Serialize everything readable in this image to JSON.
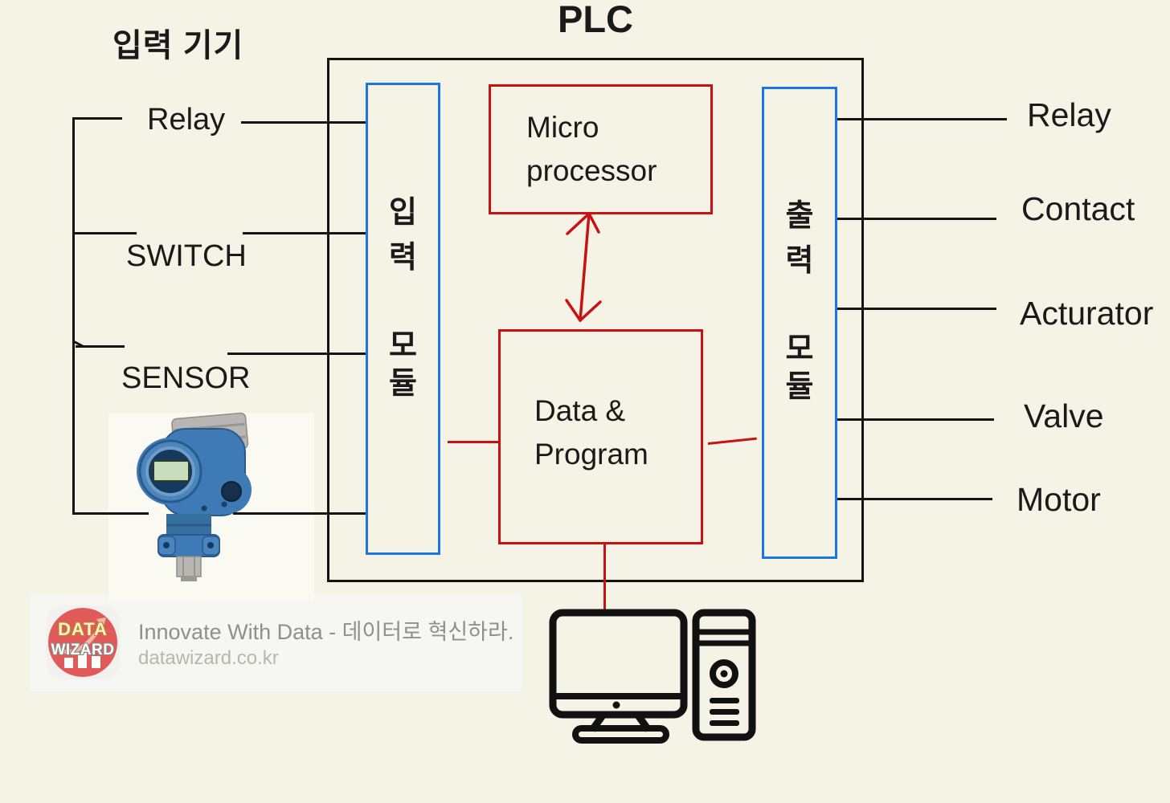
{
  "colors": {
    "background": "#f5f3e6",
    "line_black": "#141414",
    "module_blue": "#1b74e8",
    "accent_red": "#c91111",
    "text": "#1a1a1a",
    "footer_gray": "#8f8f8b",
    "footer_light_gray": "#b7b7b1",
    "logo_red": "#e05a5a"
  },
  "titles": {
    "input_devices": "입력 기기",
    "plc": "PLC"
  },
  "plc": {
    "input_module": {
      "chars": [
        "입",
        "력",
        "모",
        "듈"
      ]
    },
    "output_module": {
      "chars": [
        "출",
        "력",
        "모",
        "듈"
      ]
    },
    "micro_processor": {
      "line1": "Micro",
      "line2": "processor"
    },
    "data_program": {
      "line1": "Data &",
      "line2": "Program"
    }
  },
  "input_labels": [
    "Relay",
    "SWITCH",
    "SENSOR"
  ],
  "output_labels": [
    "Relay",
    "Contact",
    "Acturator",
    "Valve",
    "Motor"
  ],
  "footer": {
    "logo_top": "DATA",
    "logo_bottom": "WIZARD",
    "tagline": "Innovate With Data - 데이터로 혁신하라.",
    "url": "datawizard.co.kr"
  }
}
